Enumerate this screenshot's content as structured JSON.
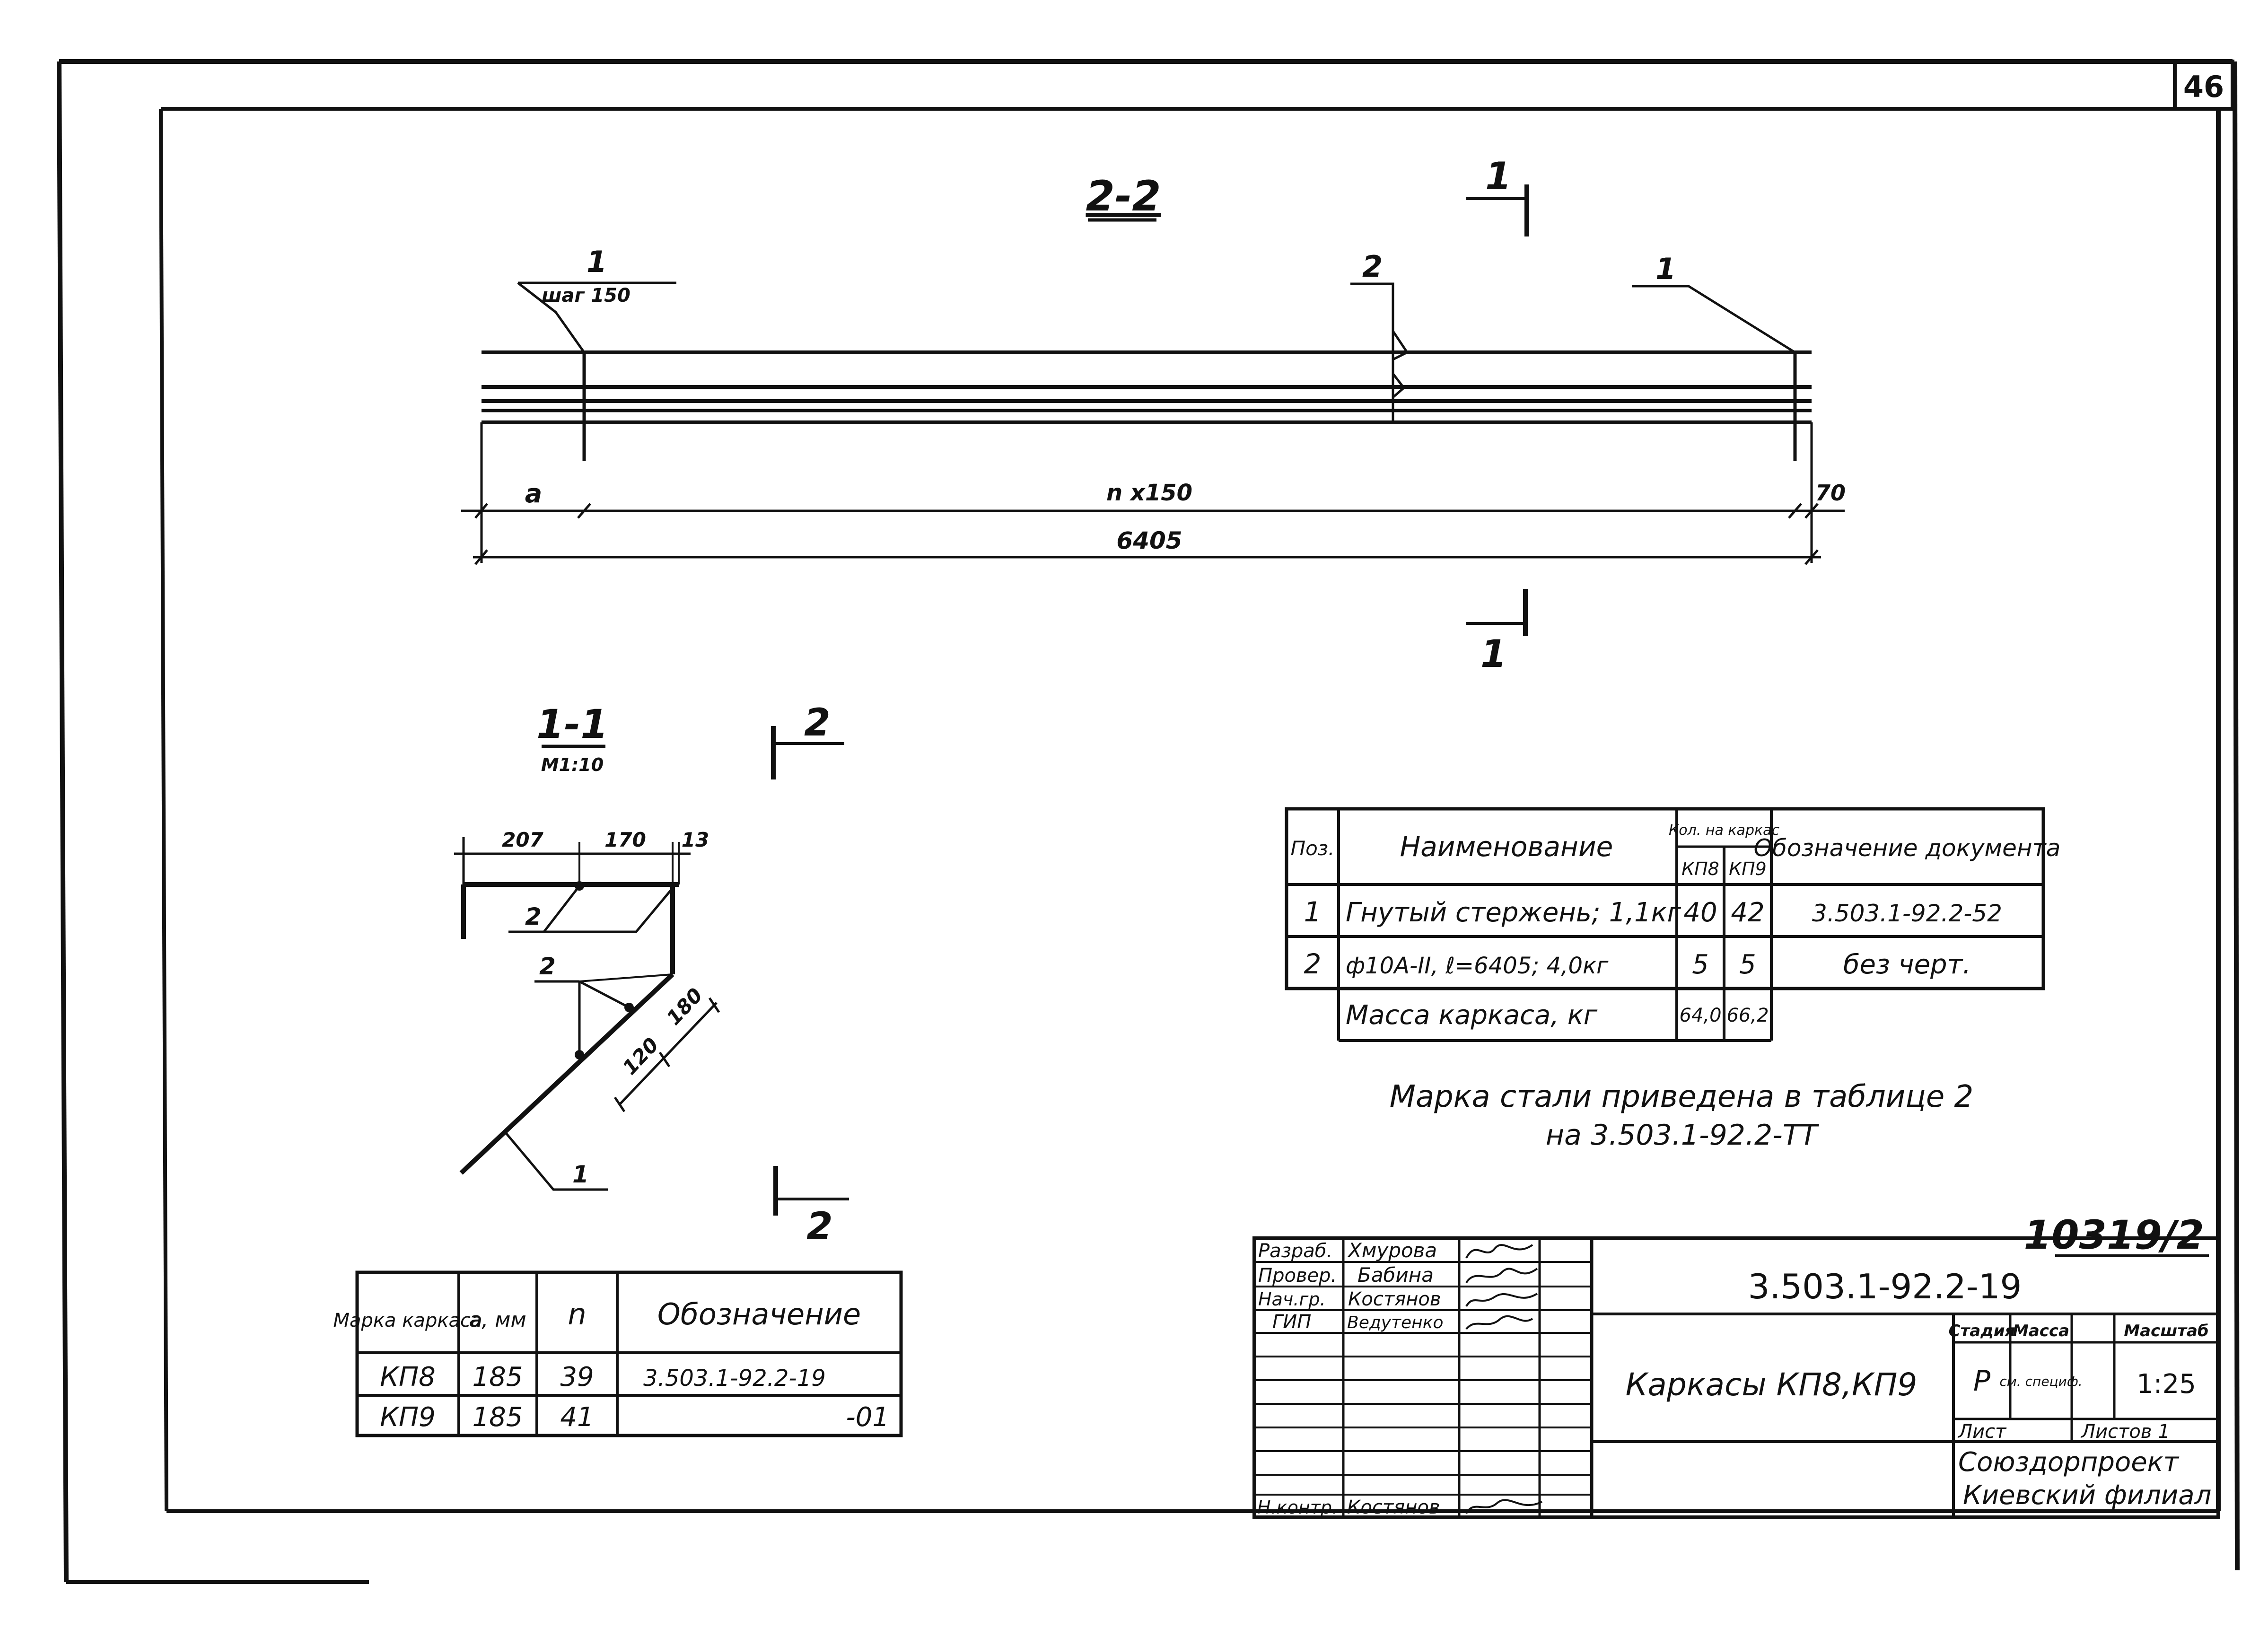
{
  "sheet_number": "46",
  "section_22": {
    "title": "2-2",
    "cut_marks": [
      "1",
      "1"
    ],
    "callout_pos1_left": "1",
    "callout_pitch": "шаг 150",
    "callout_pos2": "2",
    "callout_pos1_right": "1",
    "dim_a": "a",
    "dim_n150": "n x150",
    "dim_70": "70",
    "dim_total": "6405"
  },
  "section_11": {
    "title": "1-1",
    "scale": "М1:10",
    "cut_marks": [
      "2",
      "2"
    ],
    "dim_207": "207",
    "dim_170": "170",
    "dim_13": "13",
    "dim_120": "120",
    "dim_180": "180",
    "callout_2a": "2",
    "callout_2b": "2",
    "callout_1": "1"
  },
  "spec_table": {
    "h_pos": "Поз.",
    "h_name": "Наименование",
    "h_qty": "Кол. на каркас",
    "h_kp8": "КП8",
    "h_kp9": "КП9",
    "h_doc": "Обозначение документа",
    "rows": [
      {
        "pos": "1",
        "name": "Гнутый стержень; 1,1кг",
        "kp8": "40",
        "kp9": "42",
        "doc": "3.503.1-92.2-52"
      },
      {
        "pos": "2",
        "name": "ф10А-II, ℓ=6405; 4,0кг",
        "kp8": "5",
        "kp9": "5",
        "doc": "без черт."
      }
    ],
    "mass_label": "Масса каркаса, кг",
    "mass_kp8": "64,0",
    "mass_kp9": "66,2"
  },
  "note": {
    "line1": "Марка стали приведена в таблице 2",
    "line2": "на 3.503.1-92.2-ТТ"
  },
  "frame_table": {
    "h_mark": "Марка каркаса",
    "h_a": "a, мм",
    "h_n": "n",
    "h_desig": "Обозначение",
    "rows": [
      {
        "mark": "КП8",
        "a": "185",
        "n": "39",
        "desig": "3.503.1-92.2-19"
      },
      {
        "mark": "КП9",
        "a": "185",
        "n": "41",
        "desig": "-01"
      }
    ]
  },
  "stamp_number": "10319/2",
  "title_block": {
    "designation": "3.503.1-92.2-19",
    "title": "Каркасы КП8,КП9",
    "staff": [
      {
        "role": "Разраб.",
        "name": "Хмурова"
      },
      {
        "role": "Провер.",
        "name": "Бабина"
      },
      {
        "role": "Нач.гр.",
        "name": "Костянов"
      },
      {
        "role": "ГИП",
        "name": "Ведутенко"
      }
    ],
    "control_role": "Н.контр.",
    "control_name": "Костянов",
    "h_stage": "Стадия",
    "h_mass": "Масса",
    "h_scale": "Масштаб",
    "stage": "Р",
    "mass": "см. специф.",
    "scale": "1:25",
    "sheet_label": "Лист",
    "sheets_label": "Листов 1",
    "org_line1": "Союздорпроект",
    "org_line2": "Киевский филиал"
  }
}
